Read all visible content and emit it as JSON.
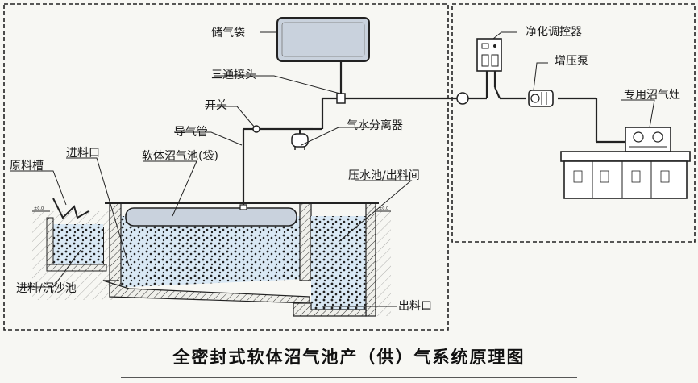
{
  "title": "全密封式软体沼气池产（供）气系统原理图",
  "labels": {
    "gas_bag": "储气袋",
    "tee_joint": "三通接头",
    "switch": "开关",
    "gas_pipe": "导气管",
    "separator": "气水分离器",
    "feed_inlet": "进料口",
    "raw_trough": "原料槽",
    "soft_digester": "软体沼气池(袋)",
    "pressure_pool": "压水池/出料间",
    "feed_settling": "进料/沉沙池",
    "discharge": "出料口",
    "purifier": "净化调控器",
    "booster": "增压泵",
    "stove": "专用沼气灶"
  },
  "colors": {
    "line": "#1a1a1a",
    "water": "#d9e8f4",
    "gas_bag_fill": "#c9d2dd",
    "panel_bg": "#f7f7f3"
  }
}
